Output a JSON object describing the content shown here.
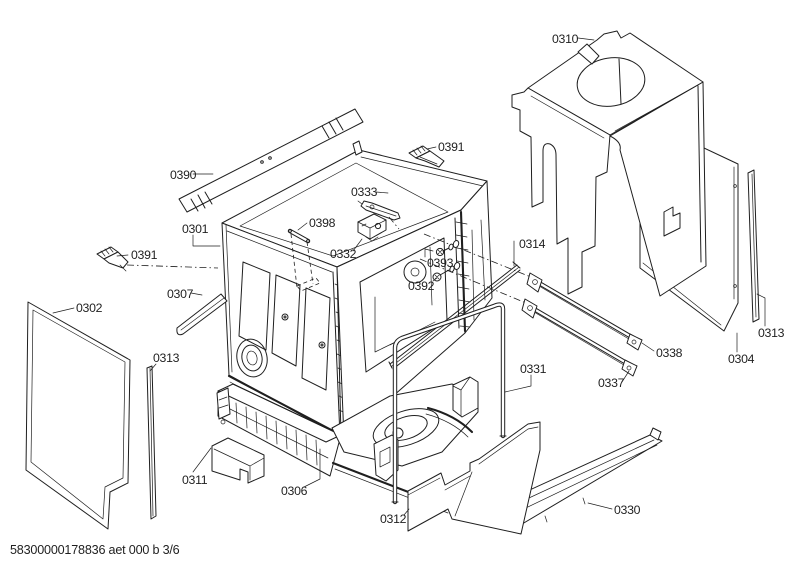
{
  "diagram": {
    "type": "exploded-parts-diagram",
    "footer": "58300000178836 aet 000 b 3/6",
    "colors": {
      "ink": "#1f1f1f",
      "background": "#ffffff"
    },
    "labels": [
      {
        "part": "0310"
      },
      {
        "part": "0391"
      },
      {
        "part": "0390"
      },
      {
        "part": "0333"
      },
      {
        "part": "0398"
      },
      {
        "part": "0301"
      },
      {
        "part": "0332"
      },
      {
        "part": "0314"
      },
      {
        "part": "0391"
      },
      {
        "part": "0393"
      },
      {
        "part": "0392"
      },
      {
        "part": "0307"
      },
      {
        "part": "0302"
      },
      {
        "part": "0313"
      },
      {
        "part": "0338"
      },
      {
        "part": "0304"
      },
      {
        "part": "0313"
      },
      {
        "part": "0337"
      },
      {
        "part": "0331"
      },
      {
        "part": "0311"
      },
      {
        "part": "0306"
      },
      {
        "part": "0312"
      },
      {
        "part": "0330"
      }
    ]
  }
}
